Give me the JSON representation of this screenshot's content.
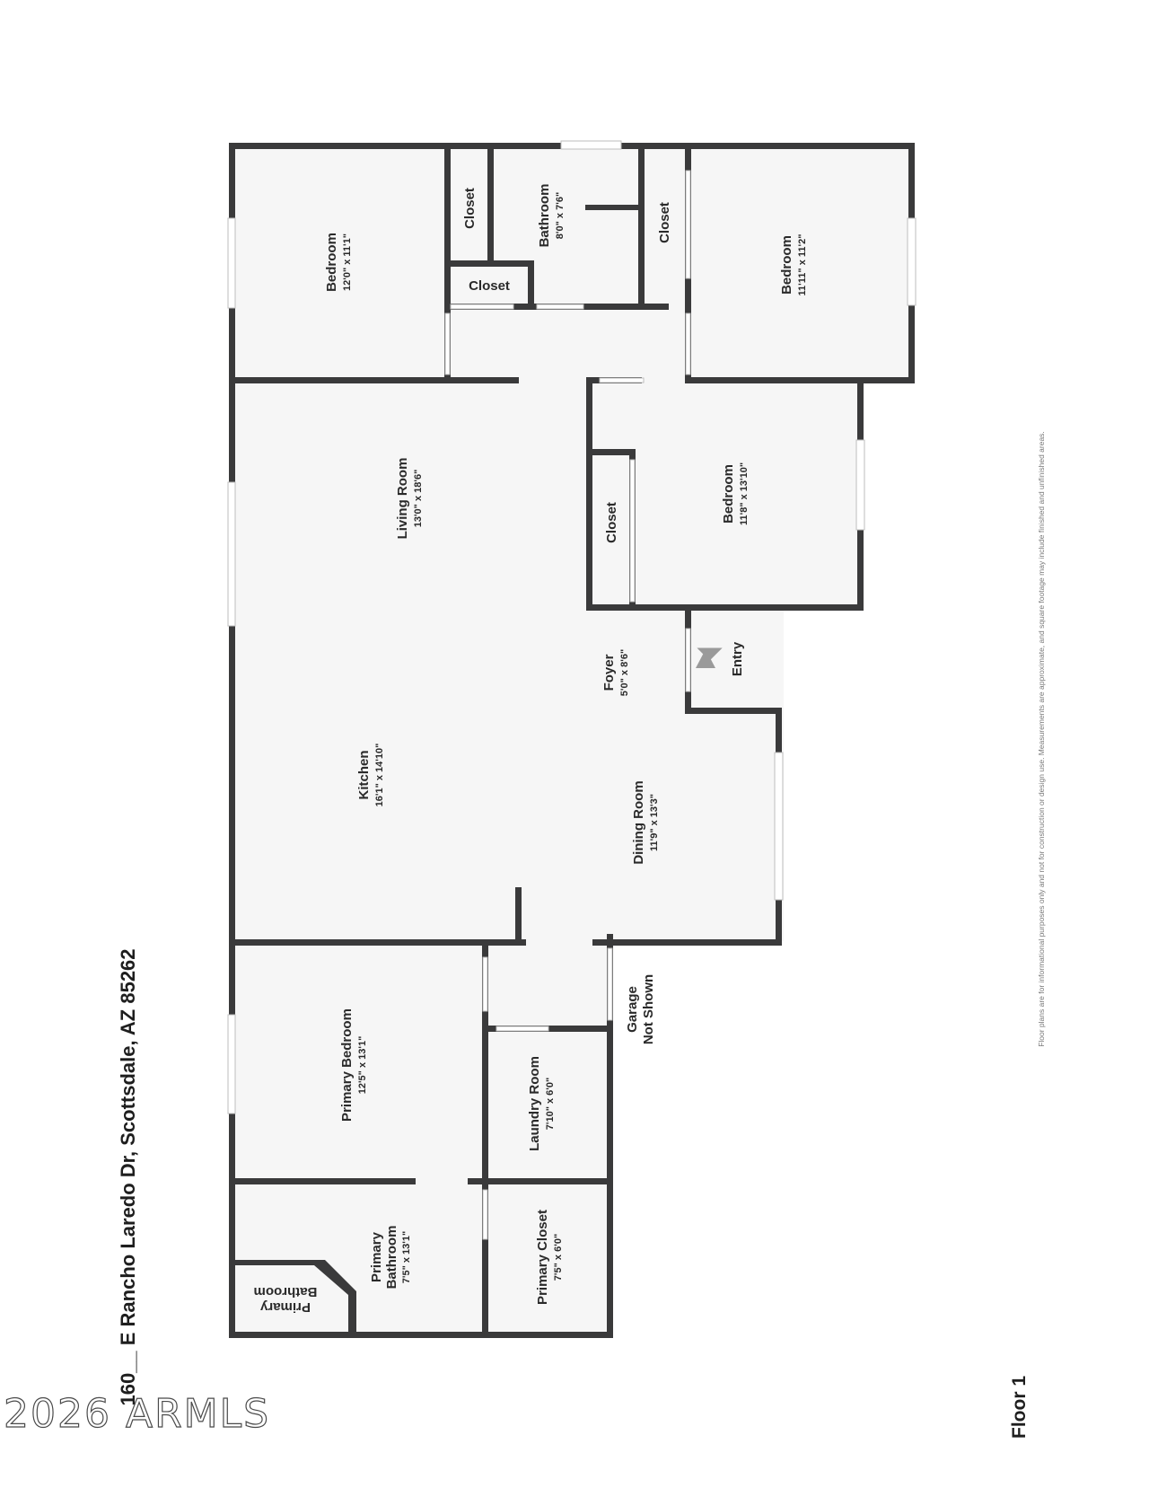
{
  "rooms": {
    "bedroom_nw": {
      "name": "Bedroom",
      "dim": "12'0\" x 11'1\""
    },
    "closet_nw": {
      "name": "Closet"
    },
    "bathroom": {
      "name": "Bathroom",
      "dim": "8'0\" x 7'6\""
    },
    "closet_hall": {
      "name": "Closet"
    },
    "closet_ne": {
      "name": "Closet"
    },
    "bedroom_ne": {
      "name": "Bedroom",
      "dim": "11'11\" x 11'2\""
    },
    "living_room": {
      "name": "Living Room",
      "dim": "13'0\" x 18'6\""
    },
    "closet_mid": {
      "name": "Closet"
    },
    "bedroom_mid": {
      "name": "Bedroom",
      "dim": "11'8\" x 13'10\""
    },
    "foyer": {
      "name": "Foyer",
      "dim": "5'0\" x 8'6\""
    },
    "kitchen": {
      "name": "Kitchen",
      "dim": "16'1\" x 14'10\""
    },
    "dining_room": {
      "name": "Dining Room",
      "dim": "11'9\" x 13'3\""
    },
    "primary_bedroom": {
      "name": "Primary Bedroom",
      "dim": "12'5\" x 13'1\""
    },
    "laundry_room": {
      "name": "Laundry Room",
      "dim": "7'10\" x 6'0\""
    },
    "primary_bathroom": {
      "name_line1": "Primary",
      "name_line2": "Bathroom",
      "dim": "7'5\" x 13'1\""
    },
    "primary_closet": {
      "name": "Primary Closet",
      "dim": "7'5\" x 6'0\""
    },
    "primary_bathroom_small": {
      "name_line1": "Primary",
      "name_line2": "Bathroom"
    }
  },
  "entry": {
    "label": "Entry"
  },
  "garage": {
    "line1": "Garage",
    "line2": "Not Shown"
  },
  "address": "160__ E Rancho Laredo Dr, Scottsdale, AZ 85262",
  "floor_label": "Floor 1",
  "disclaimer": "Floor plans are for informational purposes only and not for construction or design use. Measurements are approximate, and square footage may include finished and unfinished areas.",
  "watermark": "2026 ARMLS",
  "colors": {
    "wall": "#3a3a3b",
    "floor": "#f6f6f6"
  }
}
